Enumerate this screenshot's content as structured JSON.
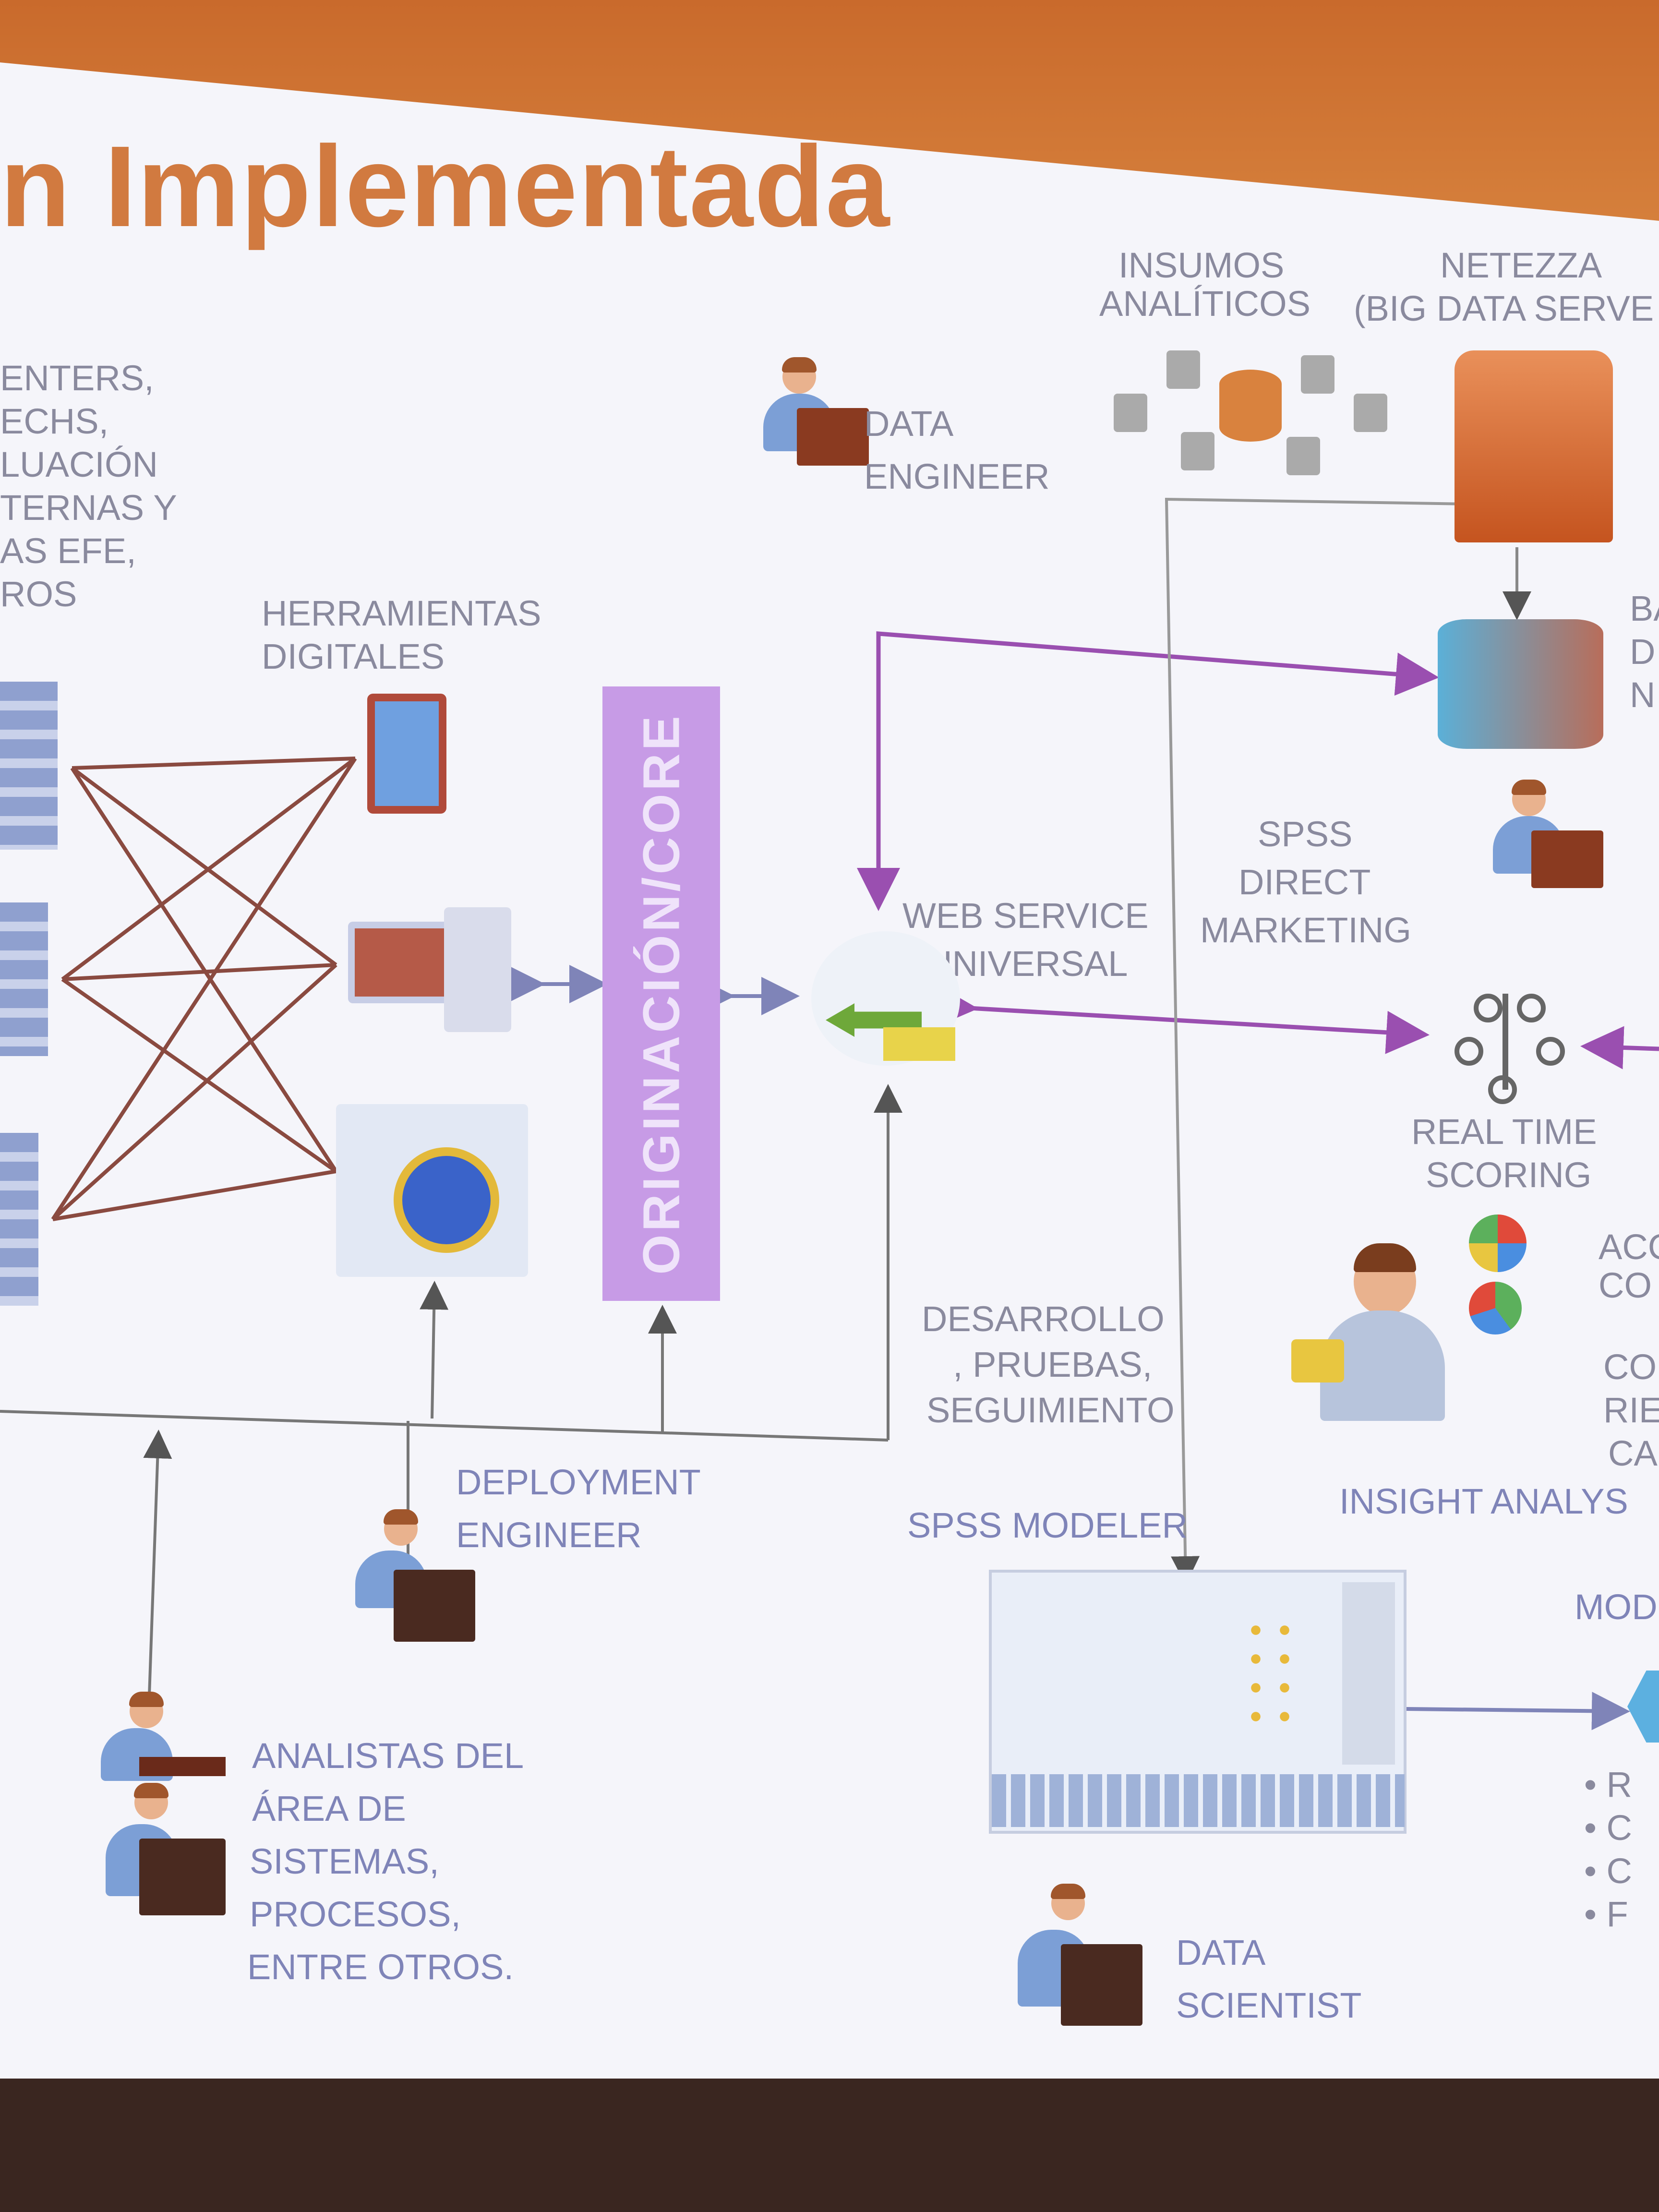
{
  "title": "n Implementada",
  "labels": {
    "left_list": [
      "ENTERS,",
      "ECHS,",
      "LUACIÓN",
      "TERNAS Y",
      "AS EFE,",
      "ROS"
    ],
    "herramientas": [
      "HERRAMIENTAS",
      "DIGITALES"
    ],
    "data_engineer": [
      "DATA",
      "ENGINEER"
    ],
    "insumos": [
      "INSUMOS",
      "ANALÍTICOS"
    ],
    "netezza": [
      "NETEZZA",
      "(BIG DATA SERVE"
    ],
    "base": [
      "BA",
      "D",
      "N"
    ],
    "originacion": "ORIGINACIÓN/CORE",
    "web_service": [
      "WEB SERVICE",
      "UNIVERSAL"
    ],
    "spss_direct": [
      "SPSS",
      "DIRECT",
      "MARKETING"
    ],
    "real_time": [
      "REAL TIME",
      "SCORING"
    ],
    "acc": [
      "ACC",
      "CO"
    ],
    "co_rie": [
      "CO",
      "RIE",
      "CA"
    ],
    "insight": "INSIGHT ANALYS",
    "desarrollo": [
      "DESARROLLO",
      ", PRUEBAS,",
      "SEGUIMIENTO"
    ],
    "deployment": [
      "DEPLOYMENT",
      "ENGINEER"
    ],
    "spss_modeler": "SPSS MODELER",
    "mod": "MOD",
    "analistas": [
      "ANALISTAS DEL",
      "ÁREA DE",
      "SISTEMAS,",
      "PROCESOS,",
      "ENTRE OTROS."
    ],
    "data_scientist": [
      "DATA",
      "SCIENTIST"
    ],
    "bullets": [
      "R",
      "C",
      "C",
      "F"
    ]
  },
  "colors": {
    "accent": "#d17a40",
    "purple": "#9a4fb0",
    "lavender": "#c79be6",
    "label_gray": "#8a8a9e"
  },
  "icons": [
    "building-icon",
    "tablet-icon",
    "desktop-computer-icon",
    "internet-explorer-icon",
    "person-laptop-icon",
    "database-icon",
    "network-nodes-icon",
    "web-service-icon",
    "scoring-nodes-icon",
    "analyst-icon",
    "modeler-screenshot"
  ]
}
